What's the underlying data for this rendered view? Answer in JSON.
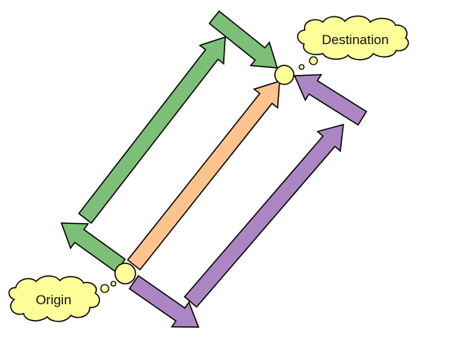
{
  "labels": {
    "origin": "Origin",
    "destination": "Destination"
  },
  "colors": {
    "green_arrow": "#7dbf78",
    "orange_arrow": "#fcc38f",
    "purple_arrow": "#ab86c2",
    "node": "#ffff99",
    "callout": "#ffff99",
    "outline": "#000000"
  },
  "paths": [
    {
      "name": "green-route",
      "color": "green_arrow",
      "arrows": 3
    },
    {
      "name": "orange-route",
      "color": "orange_arrow",
      "arrows": 1
    },
    {
      "name": "purple-route",
      "color": "purple_arrow",
      "arrows": 3
    }
  ]
}
